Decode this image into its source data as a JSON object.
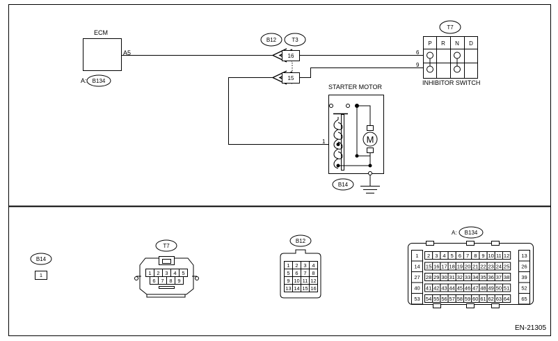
{
  "diagram": {
    "doc_id": "EN-21305",
    "ecm": {
      "label": "ECM",
      "pin": "A5",
      "connector_prefix": "A:",
      "connector": "B134"
    },
    "junction": {
      "conn1": "B12",
      "conn2": "T3",
      "pin_top": "16",
      "pin_bottom": "15"
    },
    "inhibitor": {
      "connector": "T7",
      "label": "INHIBITOR SWITCH",
      "positions": [
        "P",
        "R",
        "N",
        "D"
      ],
      "pin_top": "6",
      "pin_bottom": "9"
    },
    "starter": {
      "label": "STARTER MOTOR",
      "pin": "1",
      "motor": "M",
      "connector": "B14"
    }
  },
  "connectors": {
    "b14": {
      "name": "B14",
      "pins": [
        "1"
      ]
    },
    "t7": {
      "name": "T7",
      "rows": [
        [
          "1",
          "2",
          "3",
          "4",
          "5"
        ],
        [
          "6",
          "7",
          "8",
          "9"
        ]
      ]
    },
    "b12": {
      "name": "B12",
      "rows": [
        [
          "1",
          "2",
          "3",
          "4"
        ],
        [
          "5",
          "6",
          "7",
          "8"
        ],
        [
          "9",
          "10",
          "11",
          "12"
        ],
        [
          "13",
          "14",
          "15",
          "16"
        ]
      ]
    },
    "b134": {
      "prefix": "A:",
      "name": "B134",
      "left": [
        "1",
        "14",
        "27",
        "40",
        "53"
      ],
      "right": [
        "13",
        "26",
        "39",
        "52",
        "65"
      ],
      "rows": [
        [
          "2",
          "3",
          "4",
          "5",
          "6",
          "7",
          "8",
          "9",
          "10",
          "11",
          "12"
        ],
        [
          "15",
          "16",
          "17",
          "18",
          "19",
          "20",
          "21",
          "22",
          "23",
          "24",
          "25"
        ],
        [
          "28",
          "29",
          "30",
          "31",
          "32",
          "33",
          "34",
          "35",
          "36",
          "37",
          "38"
        ],
        [
          "41",
          "42",
          "43",
          "44",
          "45",
          "46",
          "47",
          "48",
          "49",
          "50",
          "51"
        ],
        [
          "54",
          "55",
          "56",
          "57",
          "58",
          "59",
          "60",
          "61",
          "62",
          "63",
          "64"
        ]
      ]
    }
  }
}
